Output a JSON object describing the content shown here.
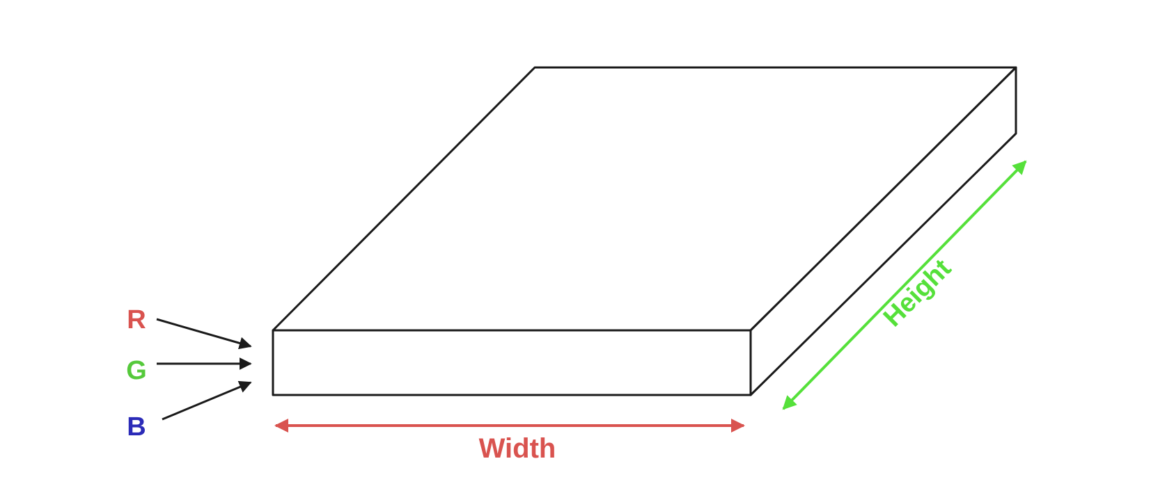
{
  "labels": {
    "r": "R",
    "g": "G",
    "b": "B",
    "width": "Width",
    "height": "Height"
  },
  "colors": {
    "r": "#d9534f",
    "g": "#55c93b",
    "b": "#2b2bb8",
    "width": "#d9534f",
    "height": "#55e03a",
    "outline": "#1a1a1a"
  }
}
